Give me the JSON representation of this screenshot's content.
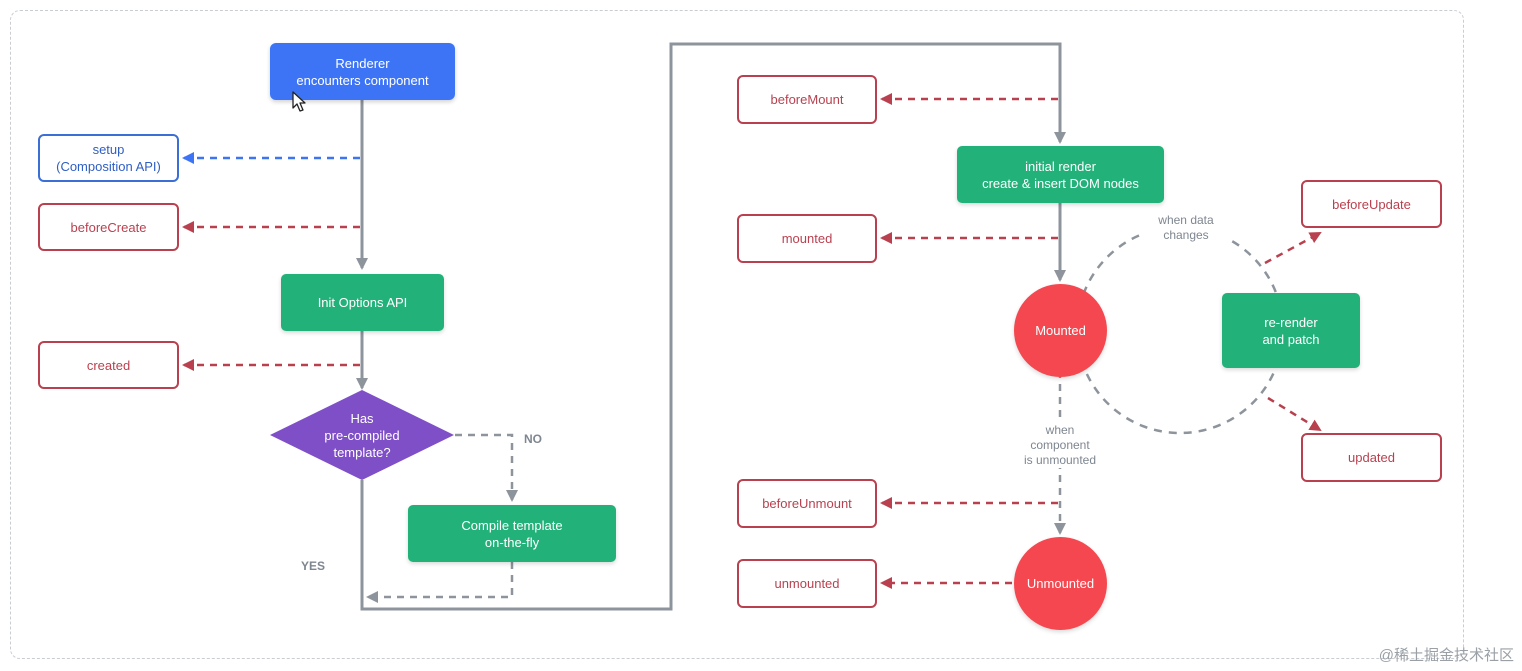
{
  "nodes": {
    "renderer": "Renderer\nencounters component",
    "setup": "setup\n(Composition API)",
    "before_create": "beforeCreate",
    "init_options_api": "Init Options API",
    "created": "created",
    "has_precompiled_template": "Has\npre-compiled\ntemplate?",
    "compile_template": "Compile template\non-the-fly",
    "before_mount": "beforeMount",
    "initial_render": "initial render\ncreate & insert DOM nodes",
    "mounted_hook": "mounted",
    "mounted_state": "Mounted",
    "before_update": "beforeUpdate",
    "rerender_patch": "re-render\nand patch",
    "updated": "updated",
    "before_unmount": "beforeUnmount",
    "unmounted_hook": "unmounted",
    "unmounted_state": "Unmounted"
  },
  "labels": {
    "no": "NO",
    "yes": "YES",
    "when_data_changes": "when data\nchanges",
    "when_component_unmounted": "when\ncomponent\nis unmounted"
  },
  "watermark": "@稀土掘金技术社区",
  "colors": {
    "blue": "#3d74f6",
    "green": "#23b17a",
    "purple": "#7f4fc7",
    "hook_red": "#b9414f",
    "state_red": "#f4474f",
    "gray": "#8d949c"
  },
  "icons": {
    "cursor": "mouse-pointer-icon"
  }
}
